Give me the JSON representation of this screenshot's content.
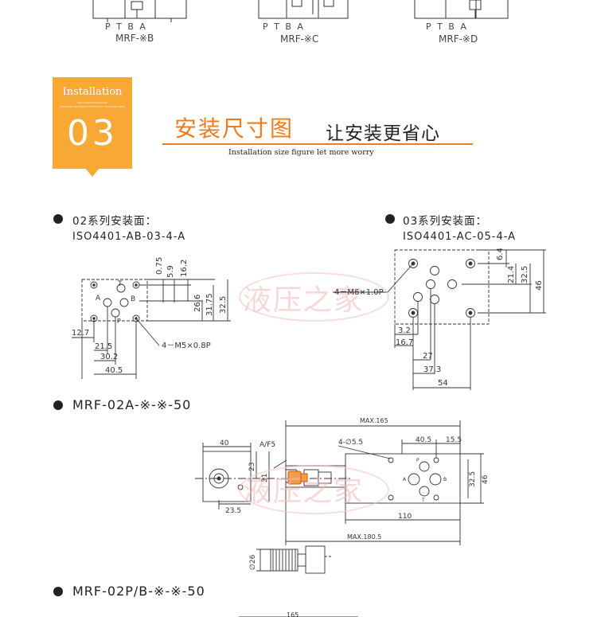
{
  "top_models": [
    {
      "ports": "P  T   B  A",
      "label": "MRF-※B"
    },
    {
      "ports": "P  T   B  A",
      "label": "MRF-※C"
    },
    {
      "ports": "P  T   B  A",
      "label": "MRF-※D"
    }
  ],
  "badge": {
    "title": "Installation",
    "fine_lines": [
      "XXXX XXXXXXXXXXXXXX",
      "XXXXXXXX XXXXXXXX XXXXXXXXXX XXXXXXXX XXXX"
    ],
    "number": "03"
  },
  "heading": {
    "main": "安装尺寸图",
    "sub": "让安装更省心",
    "caption": "Installation size figure let more worry"
  },
  "watermark": "液压之家",
  "mount02": {
    "title": "02系列安装面：",
    "standard": "ISO4401-AB-03-4-A",
    "dims_top": [
      "0.75",
      "5.9",
      "16.2"
    ],
    "dims_right": [
      "26.6",
      "31.75",
      "32.5"
    ],
    "dims_bottom": [
      "12.7",
      "21.5",
      "30.2",
      "40.5"
    ],
    "hole_note": "4－M5×0.8P",
    "port_labels": [
      "T",
      "A",
      "B",
      "P"
    ]
  },
  "mount03": {
    "title": "03系列安装面：",
    "standard": "ISO4401-AC-05-4-A",
    "dims_right": [
      "6.4",
      "21.4",
      "32.5",
      "46"
    ],
    "dims_bottom": [
      "3.2",
      "16.7",
      "27",
      "37.3",
      "54"
    ],
    "hole_note": "4－M6×1.0P"
  },
  "mrf02a": {
    "title": "MRF-02A-※-※-50",
    "dims": {
      "max_top": "MAX.165",
      "w40": "40",
      "af": "A/F5",
      "holes": "4-∅5.5",
      "d405": "40.5",
      "d155": "15.5",
      "d23": "23",
      "d31": "31",
      "d235": "23.5",
      "d325": "32.5",
      "d46": "46",
      "d110": "110",
      "max_bottom": "MAX.180.5",
      "d26": "∅26"
    },
    "port_labels": [
      "P",
      "A",
      "B",
      "T"
    ]
  },
  "mrf02pb": {
    "title": "MRF-02P/B-※-※-50",
    "partial_dim": "165"
  }
}
